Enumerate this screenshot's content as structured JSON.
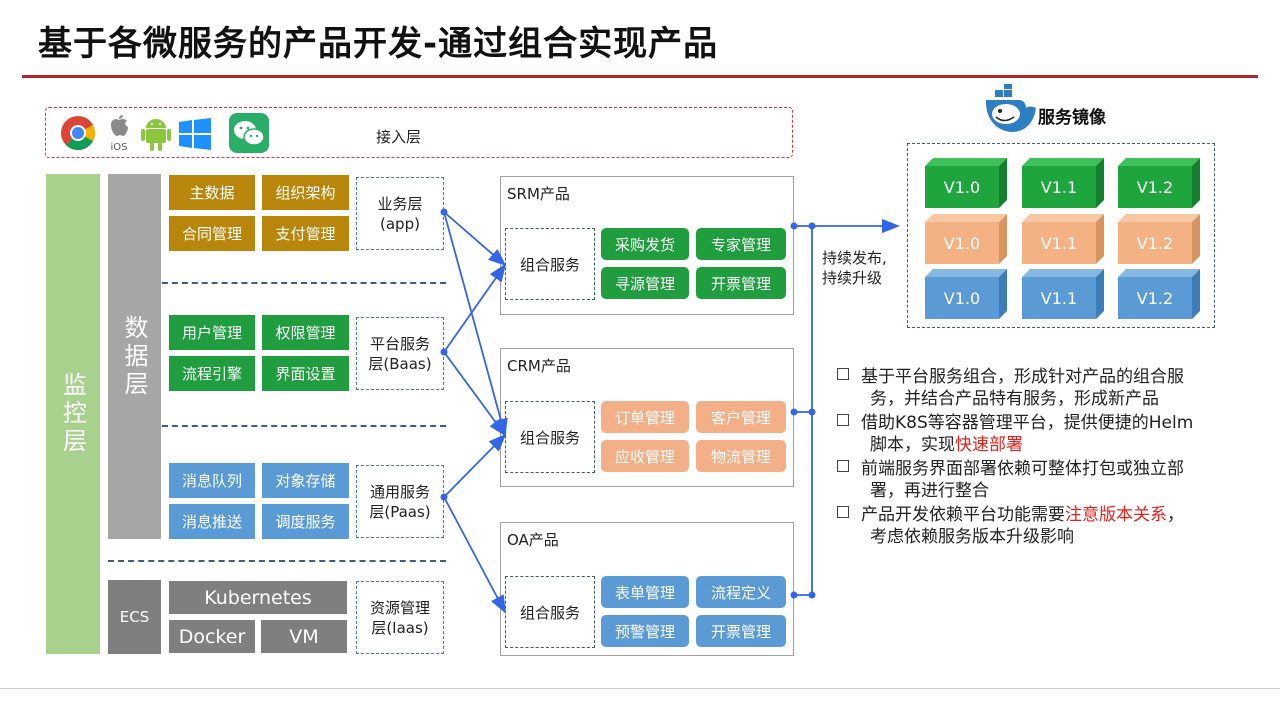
{
  "title": "基于各微服务的产品开发-通过组合实现产品",
  "access_layer": {
    "label": "接入层",
    "ios_label": "iOS"
  },
  "monitor_layer": "监控层",
  "data_layer": "数据层",
  "ecs_label": "ECS",
  "business_tiles": [
    "主数据",
    "组织架构",
    "合同管理",
    "支付管理"
  ],
  "business_label": {
    "line1": "业务层",
    "line2": "(app)"
  },
  "platform_tiles": [
    "用户管理",
    "权限管理",
    "流程引擎",
    "界面设置"
  ],
  "platform_label": {
    "line1": "平台服务",
    "line2": "层(Baas)"
  },
  "common_tiles": [
    "消息队列",
    "对象存储",
    "消息推送",
    "调度服务"
  ],
  "common_label": {
    "line1": "通用服务",
    "line2": "层(Paas)"
  },
  "resource_tiles": [
    "Kubernetes",
    "Docker",
    "VM"
  ],
  "resource_label": {
    "line1": "资源管理",
    "line2": "层(Iaas)"
  },
  "products": [
    {
      "name": "SRM产品",
      "combo": "组合服务",
      "tiles": [
        "采购发货",
        "专家管理",
        "寻源管理",
        "开票管理"
      ]
    },
    {
      "name": "CRM产品",
      "combo": "组合服务",
      "tiles": [
        "订单管理",
        "客户管理",
        "应收管理",
        "物流管理"
      ]
    },
    {
      "name": "OA产品",
      "combo": "组合服务",
      "tiles": [
        "表单管理",
        "流程定义",
        "预警管理",
        "开票管理"
      ]
    }
  ],
  "release": {
    "line1": "持续发布,",
    "line2": "持续升级"
  },
  "image_repo": {
    "label": "服务镜像",
    "rows": [
      {
        "color": "green",
        "versions": [
          "V1.0",
          "V1.1",
          "V1.2"
        ]
      },
      {
        "color": "orange",
        "versions": [
          "V1.0",
          "V1.1",
          "V1.2"
        ]
      },
      {
        "color": "blue",
        "versions": [
          "V1.0",
          "V1.1",
          "V1.2"
        ]
      }
    ]
  },
  "bullets": [
    {
      "line1": "基于平台服务组合，形成针对产品的组合服",
      "line2": "务，并结合产品特有服务，形成新产品",
      "red": ""
    },
    {
      "line1": "借助K8S等容器管理平台，提供便捷的Helm",
      "line2_pre": "脚本，实现",
      "red": "快速部署"
    },
    {
      "line1": "前端服务界面部署依赖可整体打包或独立部",
      "line2": "署，再进行整合",
      "red": ""
    },
    {
      "line1_pre": "产品开发依赖平台功能需要",
      "red": "注意版本关系",
      "line1_post": "，",
      "line2": "考虑依赖服务版本升级影响"
    }
  ],
  "colors": {
    "green": "#1f9d3f",
    "orange": "#f3b088",
    "blue": "#5b9bd5",
    "gold": "#b8860b",
    "accent": "#b0252c",
    "connector": "#3366e6"
  }
}
